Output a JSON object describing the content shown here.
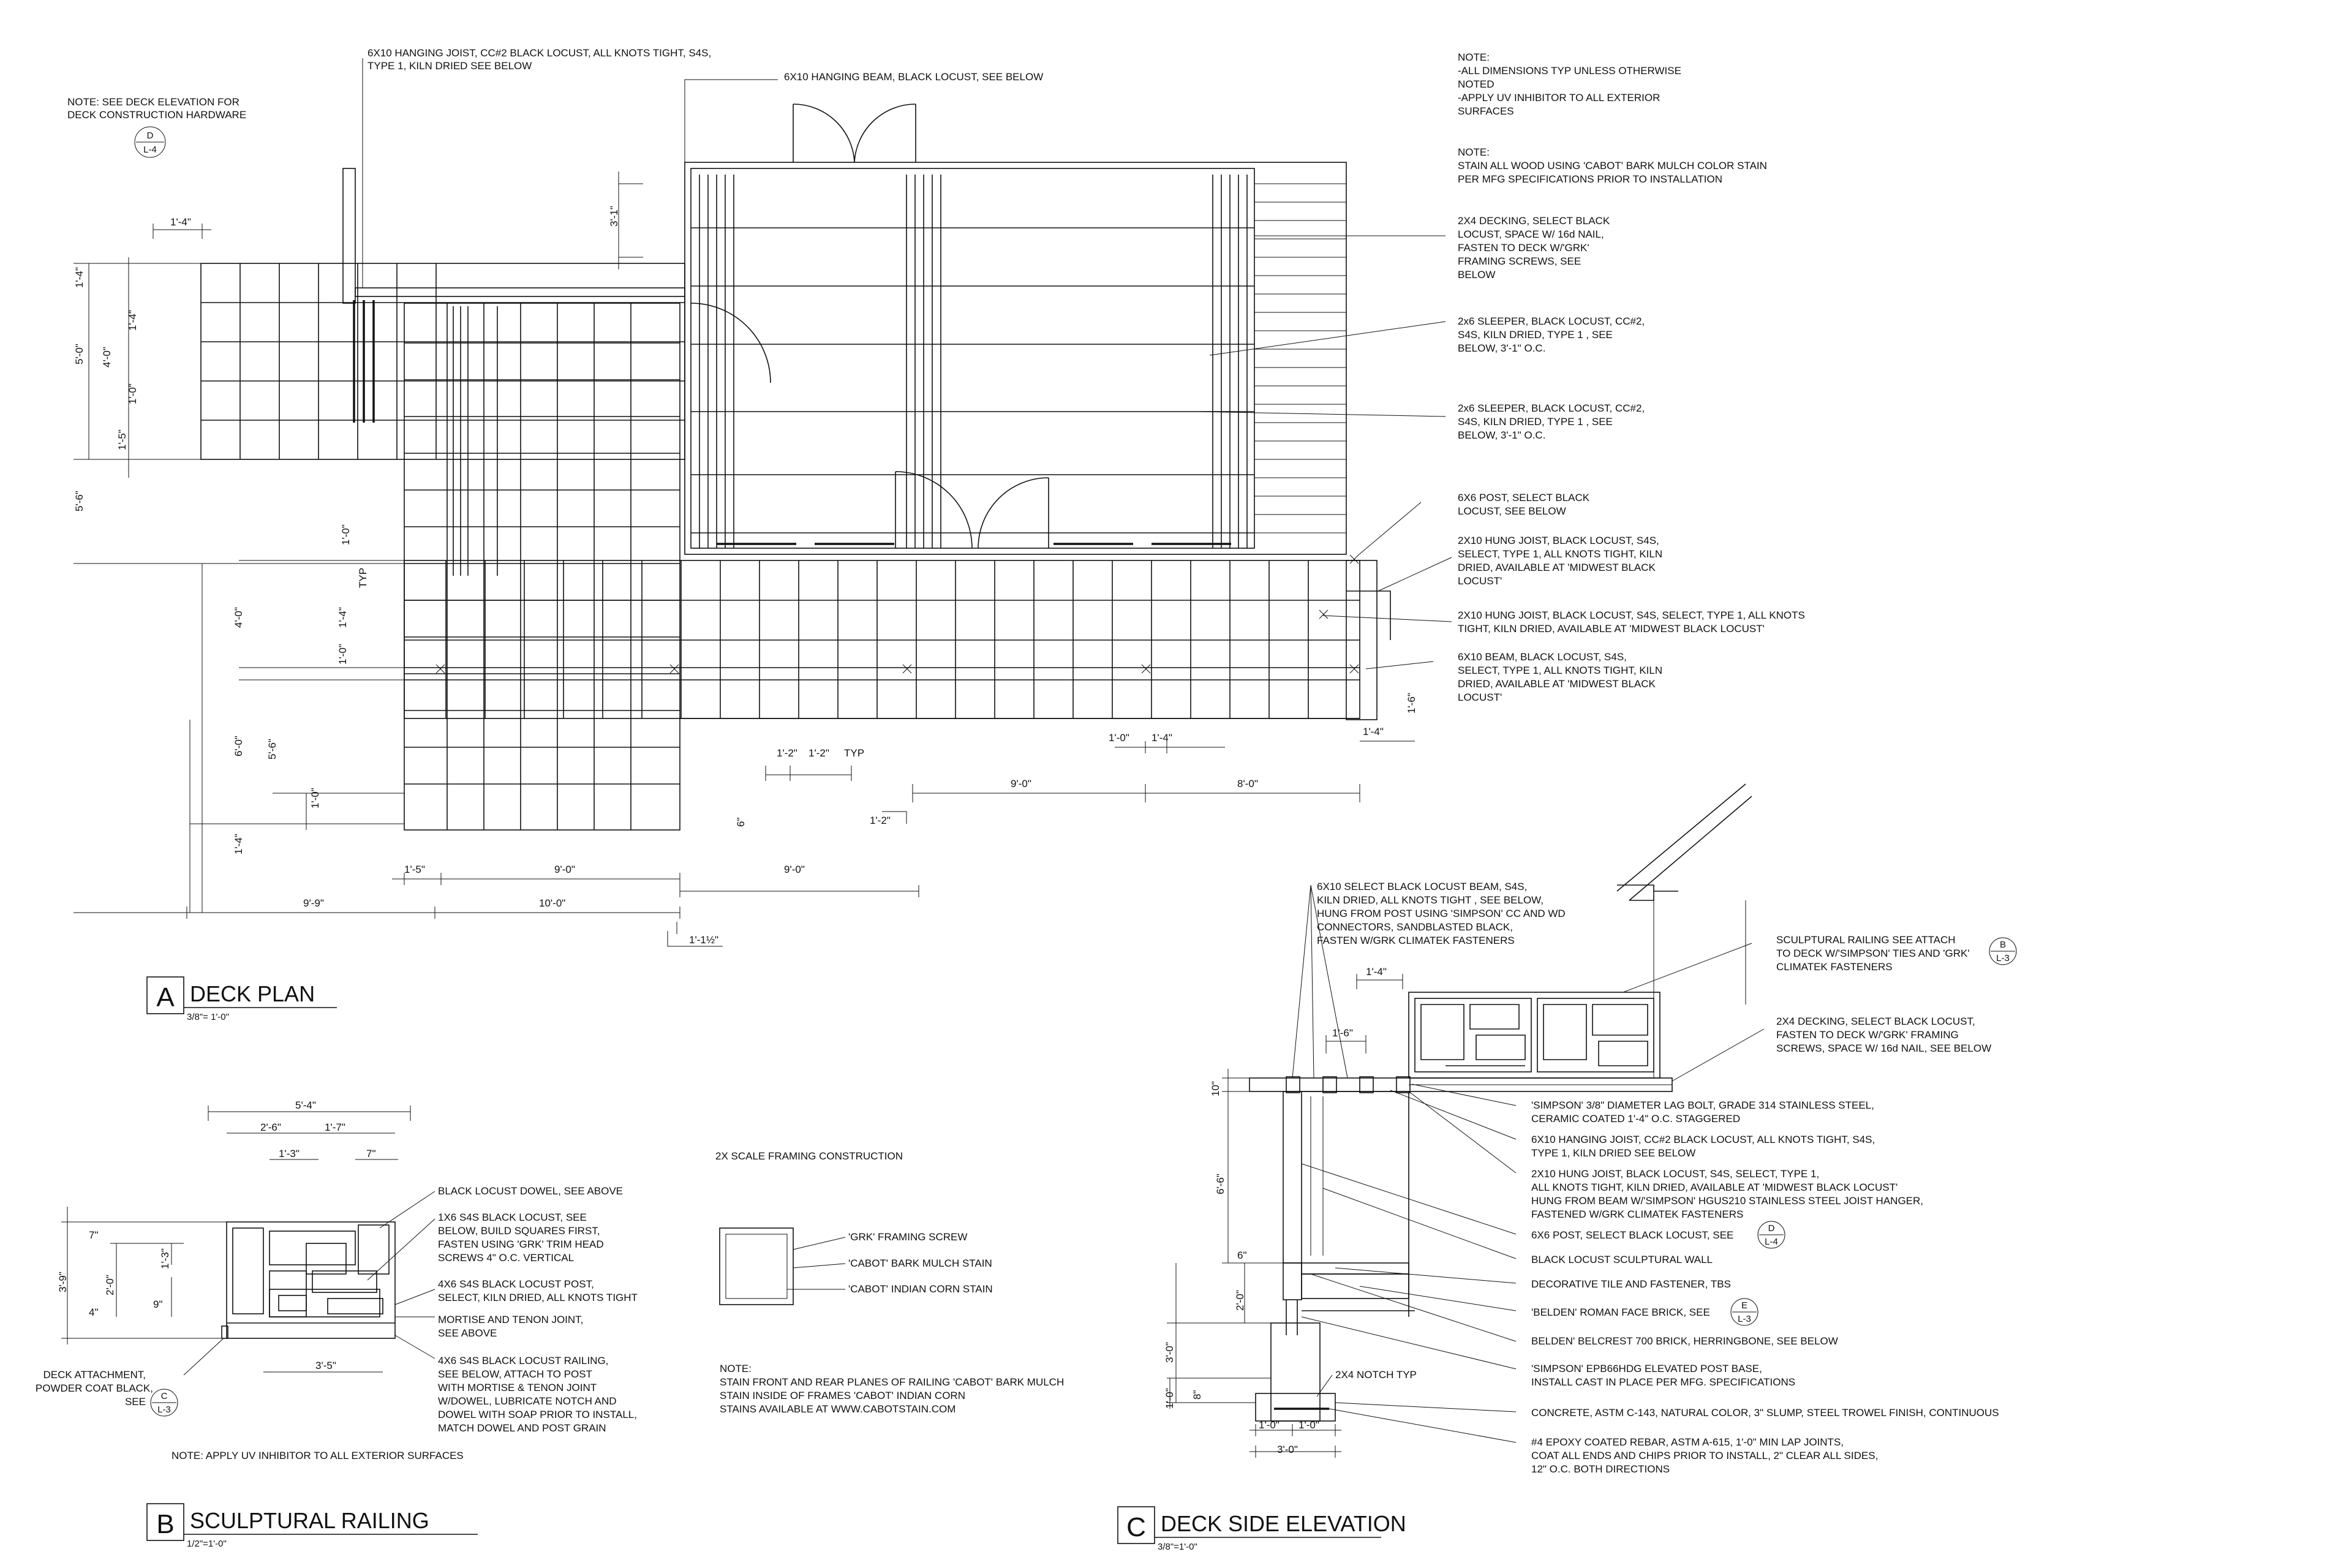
{
  "sheet_notes": {
    "see_elevation": [
      "NOTE: SEE DECK ELEVATION FOR",
      "DECK CONSTRUCTION HARDWARE"
    ],
    "ref_bubble_top": "D",
    "ref_bubble_bottom": "L-4",
    "general": [
      "NOTE:",
      "-ALL DIMENSIONS TYP UNLESS OTHERWISE",
      "NOTED",
      "-APPLY UV INHIBITOR TO ALL EXTERIOR",
      "SURFACES"
    ],
    "stain": [
      "NOTE:",
      "STAIN ALL WOOD USING 'CABOT' BARK MULCH COLOR STAIN",
      "PER MFG SPECIFICATIONS PRIOR TO INSTALLATION"
    ]
  },
  "plan": {
    "labels": {
      "hanging_joist": [
        "6X10 HANGING JOIST, CC#2 BLACK LOCUST, ALL KNOTS TIGHT, S4S,",
        "TYPE 1, KILN DRIED SEE BELOW"
      ],
      "hanging_beam": "6X10 HANGING BEAM, BLACK LOCUST, SEE BELOW",
      "decking": [
        "2X4 DECKING, SELECT BLACK",
        "LOCUST, SPACE W/ 16d NAIL,",
        "FASTEN TO DECK W/'GRK'",
        "FRAMING SCREWS, SEE",
        "BELOW"
      ],
      "sleeper_1": [
        "2x6 SLEEPER, BLACK LOCUST, CC#2,",
        "S4S, KILN DRIED, TYPE 1 , SEE",
        "BELOW, 3'-1\" O.C."
      ],
      "sleeper_2": [
        "2x6 SLEEPER, BLACK LOCUST, CC#2,",
        "S4S, KILN DRIED, TYPE 1 , SEE",
        "BELOW, 3'-1\" O.C."
      ],
      "post": [
        "6X6 POST, SELECT BLACK",
        "LOCUST, SEE BELOW"
      ],
      "hung_joist_1": [
        "2X10 HUNG JOIST, BLACK LOCUST, S4S,",
        "SELECT, TYPE 1, ALL KNOTS TIGHT, KILN",
        "DRIED, AVAILABLE AT 'MIDWEST BLACK",
        "LOCUST'"
      ],
      "hung_joist_2": [
        "2X10 HUNG JOIST, BLACK LOCUST, S4S, SELECT, TYPE 1, ALL KNOTS",
        "TIGHT, KILN DRIED, AVAILABLE AT 'MIDWEST BLACK LOCUST'"
      ],
      "beam": [
        "6X10 BEAM, BLACK LOCUST, S4S,",
        "SELECT, TYPE 1, ALL KNOTS TIGHT, KILN",
        "DRIED, AVAILABLE AT 'MIDWEST BLACK",
        "LOCUST'"
      ]
    },
    "dims": {
      "d_1_4_top": "1'-4\"",
      "d_1_4_left": "1'-4\"",
      "d_5_0": "5'-0\"",
      "d_4_0": "4'-0\"",
      "d_1_4_inner": "1'-4\"",
      "d_1_0_inner": "1'-0\"",
      "d_1_5": "1'-5\"",
      "d_5_6_left": "5'-6\"",
      "d_3_1": "3'-1\"",
      "d_1_0_a": "1'-0\"",
      "d_typ": "TYP",
      "d_4_0_b": "4'-0\"",
      "d_1_4_b": "1'-4\"",
      "d_1_0_b": "1'-0\"",
      "d_6_0": "6'-0\"",
      "d_5_6_b": "5'-6\"",
      "d_1_0_c": "1'-0\"",
      "d_1_4_c": "1'-4\"",
      "d_1_2_a": "1'-2\"",
      "d_1_2_b": "1'-2\"",
      "d_typ_b": "TYP",
      "d_1_0_d": "1'-0\"",
      "d_1_4_d": "1'-4\"",
      "d_1_4_e": "1'-4\"",
      "d_1_6": "1'-6\"",
      "d_9_0_a": "9'-0\"",
      "d_8_0": "8'-0\"",
      "d_1_2_c": "1'-2\"",
      "d_6in": "6\"",
      "d_1_5_b": "1'-5\"",
      "d_9_0_b": "9'-0\"",
      "d_9_0_c": "9'-0\"",
      "d_9_9": "9'-9\"",
      "d_10_0": "10'-0\"",
      "d_1_1half": "1'-1½\""
    },
    "title_letter": "A",
    "title": "DECK PLAN",
    "scale": "3/8\"= 1'-0\""
  },
  "railing": {
    "dims": {
      "w_5_4": "5'-4\"",
      "w_2_6": "2'-6\"",
      "w_1_7": "1'-7\"",
      "w_1_3": "1'-3\"",
      "w_7": "7\"",
      "h_3_9": "3'-9\"",
      "h_2_0": "2'-0\"",
      "h_7": "7\"",
      "h_1_3": "1'-3\"",
      "h_9": "9\"",
      "h_4": "4\"",
      "w_3_5": "3'-5\""
    },
    "labels": {
      "dowel": "BLACK LOCUST DOWEL, SEE ABOVE",
      "squares": [
        "1X6 S4S BLACK LOCUST, SEE",
        "BELOW, BUILD SQUARES FIRST,",
        "FASTEN USING 'GRK' TRIM HEAD",
        "SCREWS 4\" O.C. VERTICAL"
      ],
      "post": [
        "4X6 S4S BLACK LOCUST POST,",
        "SELECT, KILN DRIED, ALL KNOTS TIGHT"
      ],
      "mortise": [
        "MORTISE AND TENON JOINT,",
        "SEE ABOVE"
      ],
      "railing": [
        "4X6 S4S BLACK LOCUST RAILING,",
        "SEE BELOW, ATTACH TO POST",
        "WITH MORTISE & TENON JOINT",
        "W/DOWEL, LUBRICATE NOTCH AND",
        "DOWEL WITH SOAP PRIOR TO INSTALL,",
        "MATCH DOWEL AND POST GRAIN"
      ],
      "attachment": [
        "DECK ATTACHMENT,",
        "POWDER COAT BLACK,",
        "SEE"
      ],
      "ref_top": "C",
      "ref_bottom": "L-3",
      "uv_note": "NOTE: APPLY UV INHIBITOR TO ALL EXTERIOR SURFACES"
    },
    "title_letter": "B",
    "title": "SCULPTURAL RAILING",
    "scale": "1/2\"=1'-0\""
  },
  "legend": {
    "heading": "2X SCALE FRAMING CONSTRUCTION",
    "items": [
      "'GRK' FRAMING SCREW",
      "'CABOT' BARK MULCH STAIN",
      "'CABOT' INDIAN CORN STAIN"
    ],
    "note": [
      "NOTE:",
      "STAIN FRONT AND REAR PLANES OF RAILING 'CABOT' BARK MULCH",
      "STAIN INSIDE OF FRAMES 'CABOT' INDIAN CORN",
      "STAINS AVAILABLE AT WWW.CABOTSTAIN.COM"
    ]
  },
  "elevation": {
    "labels": {
      "beam": [
        "6X10 SELECT BLACK LOCUST BEAM, S4S,",
        "KILN DRIED, ALL KNOTS TIGHT , SEE BELOW,",
        "HUNG FROM POST USING 'SIMPSON' CC AND WD",
        "CONNECTORS, SANDBLASTED BLACK,",
        "FASTEN W/GRK CLIMATEK FASTENERS"
      ],
      "railing": [
        "SCULPTURAL RAILING SEE ATTACH",
        "TO DECK W/'SIMPSON' TIES AND 'GRK'",
        "CLIMATEK FASTENERS"
      ],
      "railing_ref_top": "B",
      "railing_ref_bottom": "L-3",
      "decking": [
        "2X4 DECKING, SELECT BLACK LOCUST,",
        "FASTEN TO DECK W/'GRK' FRAMING",
        "SCREWS, SPACE W/ 16d NAIL, SEE BELOW"
      ],
      "lag_bolt": [
        "'SIMPSON' 3/8\" DIAMETER LAG BOLT, GRADE 314 STAINLESS STEEL,",
        "CERAMIC COATED 1'-4\" O.C. STAGGERED"
      ],
      "hanging_joist": [
        "6X10 HANGING JOIST, CC#2 BLACK LOCUST, ALL KNOTS TIGHT, S4S,",
        "TYPE 1, KILN DRIED SEE BELOW"
      ],
      "hung_joist": [
        "2X10 HUNG JOIST, BLACK LOCUST, S4S, SELECT, TYPE 1,",
        "ALL KNOTS TIGHT, KILN DRIED, AVAILABLE AT 'MIDWEST BLACK LOCUST'",
        "HUNG FROM BEAM W/'SIMPSON' HGUS210 STAINLESS STEEL JOIST HANGER,",
        "FASTENED W/GRK CLIMATEK FASTENERS"
      ],
      "post": "6X6 POST, SELECT BLACK LOCUST, SEE",
      "post_ref_top": "D",
      "post_ref_bottom": "L-4",
      "wall": "BLACK LOCUST SCULPTURAL WALL",
      "tile": "DECORATIVE TILE AND FASTENER, TBS",
      "roman_brick": "'BELDEN' ROMAN FACE BRICK, SEE",
      "brick_ref_top": "E",
      "brick_ref_bottom": "L-3",
      "belcrest": "BELDEN' BELCREST 700 BRICK, HERRINGBONE, SEE BELOW",
      "post_base": [
        "'SIMPSON' EPB66HDG ELEVATED POST BASE,",
        "INSTALL CAST IN PLACE PER MFG. SPECIFICATIONS"
      ],
      "notch": "2X4 NOTCH TYP",
      "concrete": "CONCRETE, ASTM C-143, NATURAL COLOR, 3\" SLUMP, STEEL TROWEL FINISH, CONTINUOUS",
      "rebar": [
        "#4 EPOXY COATED REBAR, ASTM A-615, 1'-0\" MIN LAP JOINTS,",
        "COAT ALL ENDS AND CHIPS PRIOR TO INSTALL, 2\" CLEAR ALL SIDES,",
        "12\" O.C. BOTH DIRECTIONS"
      ]
    },
    "dims": {
      "d_1_4": "1'-4\"",
      "d_1_6": "1'-6\"",
      "d_10": "10\"",
      "d_6_6": "6'-6\"",
      "d_6": "6\"",
      "d_2_0": "2'-0\"",
      "d_3_0": "3'-0\"",
      "d_8": "8\"",
      "d_1_0": "1'-0\"",
      "d_1_0_b": "1'-0\"",
      "d_1_0_c": "1'-0\"",
      "d_3_0_b": "3'-0\""
    },
    "title_letter": "C",
    "title": "DECK SIDE ELEVATION",
    "scale": "3/8\"=1'-0\""
  }
}
